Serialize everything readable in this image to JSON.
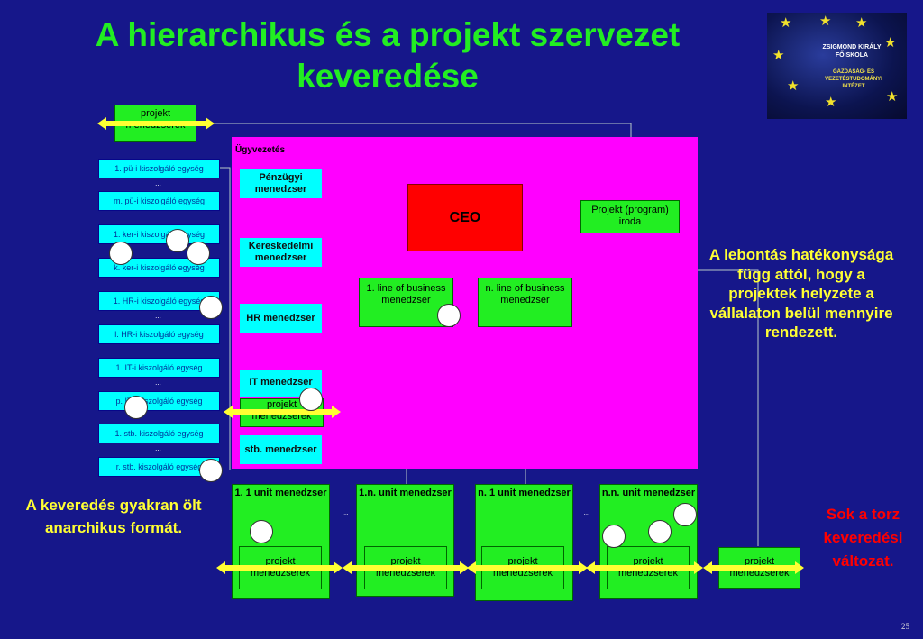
{
  "slide": {
    "title": "A hierarchikus és a projekt szervezet keveredése",
    "page_number": "25"
  },
  "logo": {
    "line1": "ZSIGMOND KIRÁLY",
    "line2": "FŐISKOLA",
    "line3": "GAZDASÁG- ÉS VEZETÉSTUDOMÁNYI",
    "line4": "INTÉZET"
  },
  "top_projekt": "projekt menedzserek",
  "ugyvezetes": "Ügyvezetés",
  "left_units": [
    "1. pü-i kiszolgáló egység",
    "m. pü-i kiszolgáló egység",
    "1. ker-i kiszolgáló egység",
    "k. ker-i kiszolgáló egység",
    "1. HR-i kiszolgáló egység",
    "l. HR-i kiszolgáló egység",
    "1. IT-i kiszolgáló egység",
    "p. IT-i kiszolgáló egység",
    "1. stb. kiszolgáló egység",
    "r. stb. kiszolgáló egység"
  ],
  "ellipsis": "...",
  "managers": {
    "finance": "Pénzügyi menedzser",
    "commercial": "Kereskedelmi menedzser",
    "hr": "HR menedzser",
    "it": "IT menedzser",
    "projekt": "projekt menedzserek",
    "other": "stb. menedzser"
  },
  "ceo": "CEO",
  "project_office": "Projekt (program) iroda",
  "lob": {
    "first": "1. line of business menedzser",
    "nth": "n. line of business menedzser"
  },
  "units": [
    {
      "title": "1. 1 unit menedzser",
      "projekt": "projekt menedzserek"
    },
    {
      "title": "1.n. unit menedzser",
      "projekt": "projekt menedzserek"
    },
    {
      "title": "n. 1 unit menedzser",
      "projekt": "projekt menedzserek"
    },
    {
      "title": "n.n. unit menedzser",
      "projekt": "projekt menedzserek"
    }
  ],
  "bottom_projekt": "projekt menedzserek",
  "notes": {
    "efficiency": "A lebontás hatékonysága függ attól, hogy a projektek helyzete a vállalaton belül mennyire rendezett.",
    "anarchy": "A keveredés gyakran ölt anarchikus formát.",
    "variations": "Sok a torz keveredési változat."
  },
  "colors": {
    "background": "#16178a",
    "title": "#22ee22",
    "magenta": "#ff00ff",
    "cyan": "#00ffff",
    "green": "#22ee22",
    "ceo": "#ff0000",
    "arrow": "#ffff33",
    "note_yellow": "#ffff33",
    "note_red": "#ff0000"
  }
}
